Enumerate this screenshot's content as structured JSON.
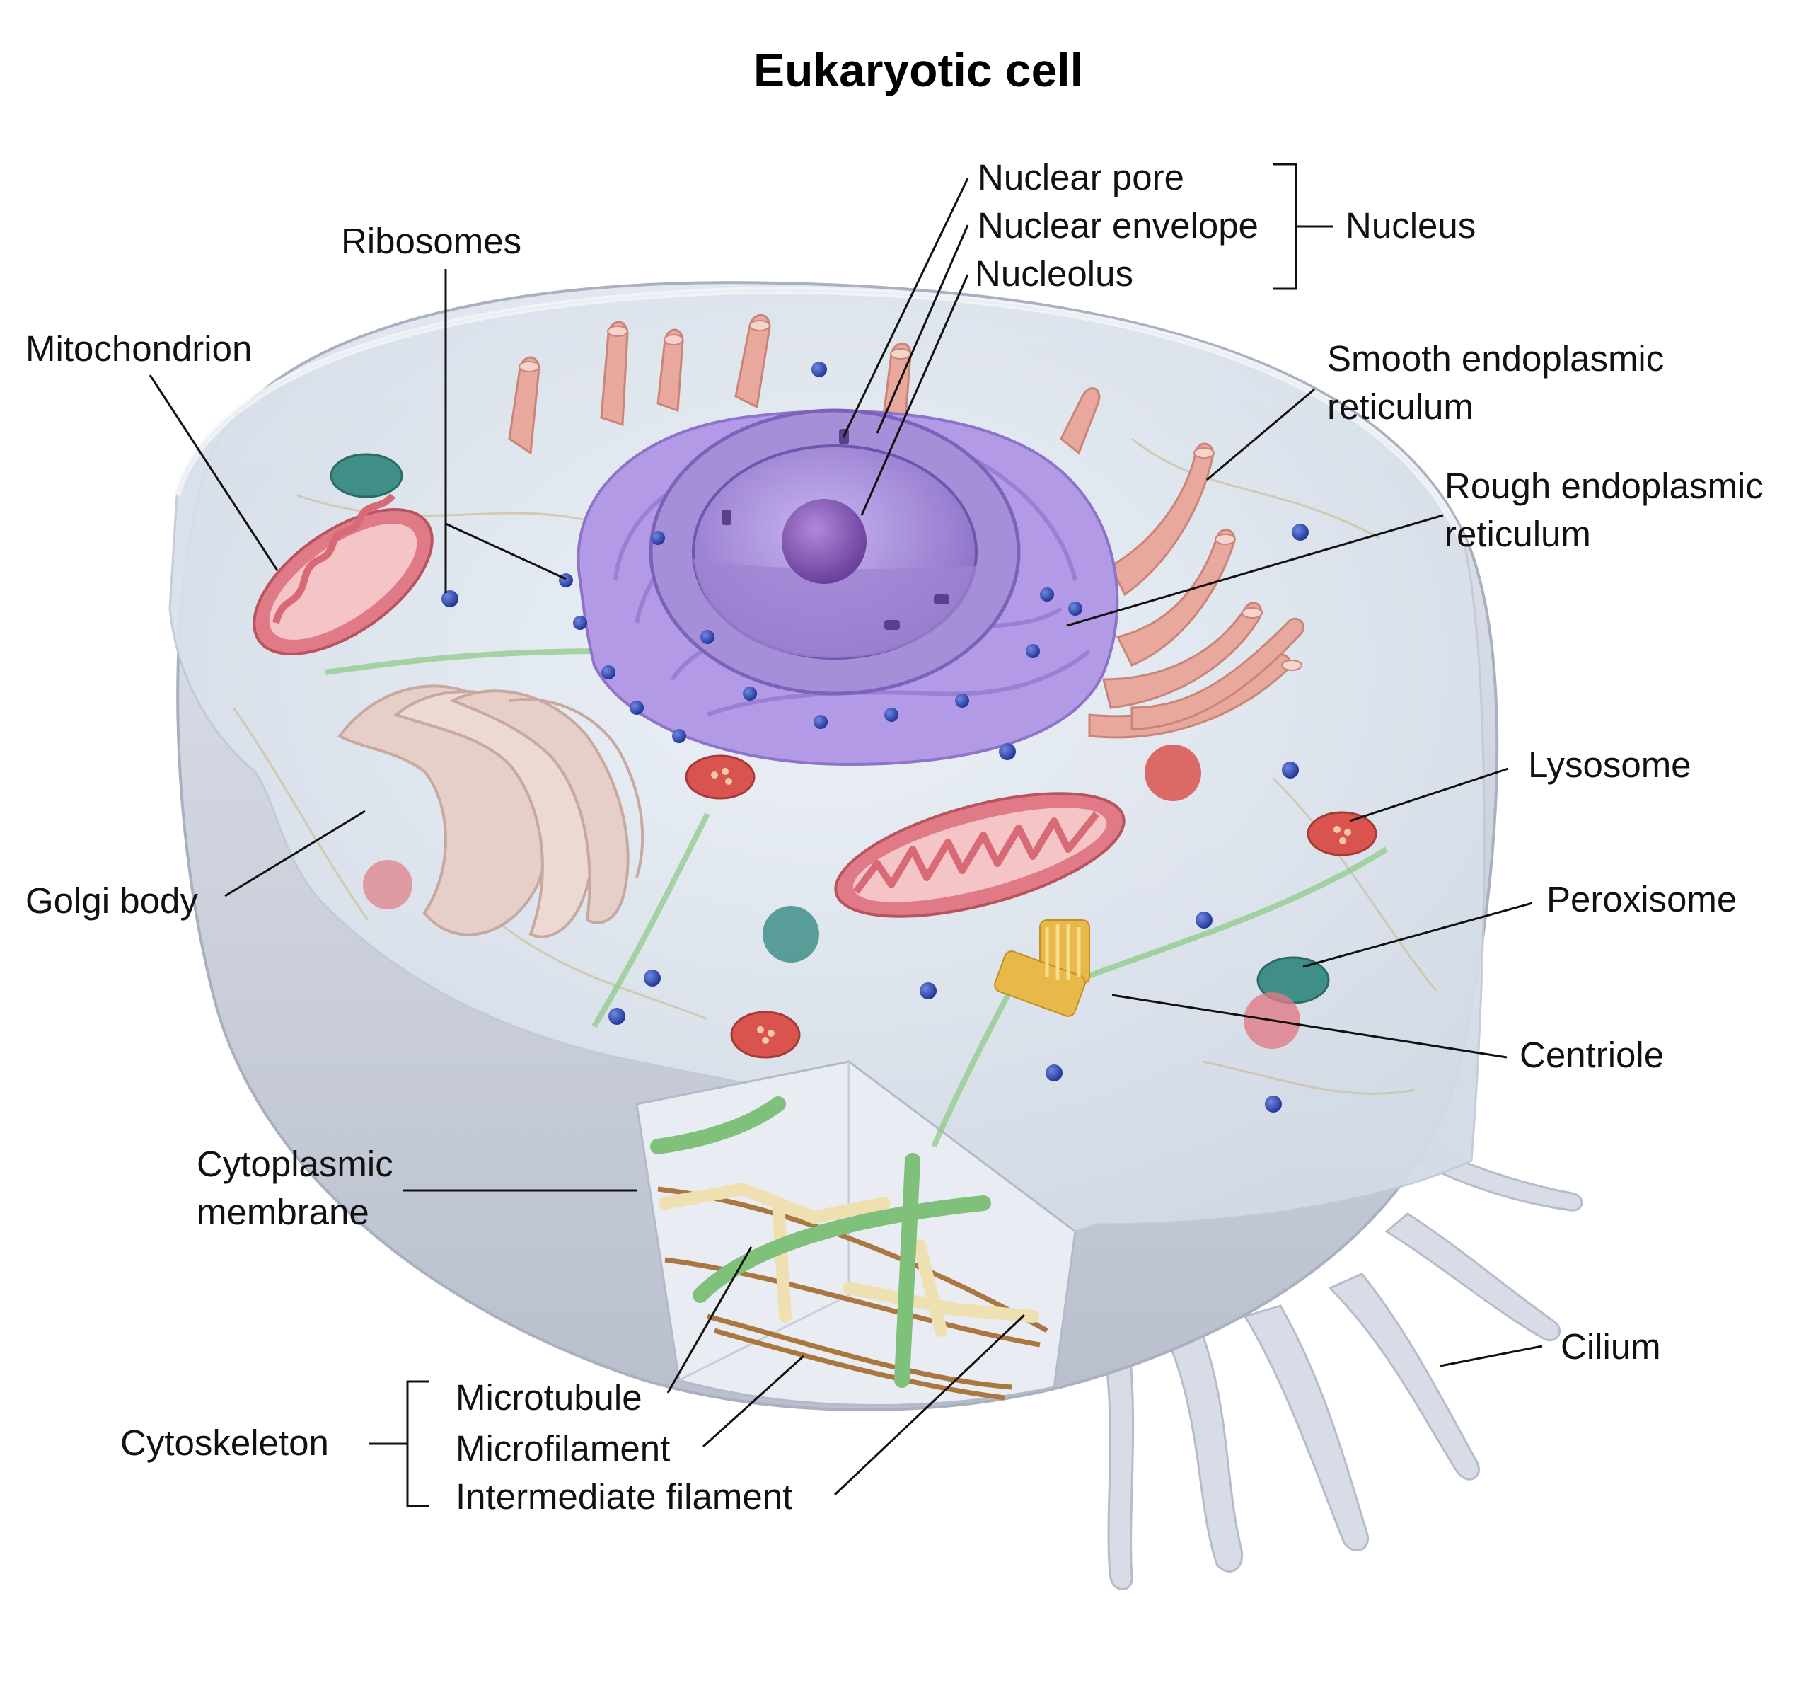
{
  "title": "Eukaryotic cell",
  "labels": {
    "nuclear_pore": "Nuclear pore",
    "nuclear_envelope": "Nuclear envelope",
    "nucleolus": "Nucleolus",
    "nucleus": "Nucleus",
    "ribosomes": "Ribosomes",
    "mitochondrion": "Mitochondrion",
    "smooth_er_1": "Smooth endoplasmic",
    "smooth_er_2": "reticulum",
    "rough_er_1": "Rough endoplasmic",
    "rough_er_2": "reticulum",
    "lysosome": "Lysosome",
    "peroxisome": "Peroxisome",
    "golgi_body": "Golgi body",
    "centriole": "Centriole",
    "cytoplasmic_membrane_1": "Cytoplasmic",
    "cytoplasmic_membrane_2": "membrane",
    "cilium": "Cilium",
    "cytoskeleton": "Cytoskeleton",
    "microtubule": "Microtubule",
    "microfilament": "Microfilament",
    "intermediate_filament": "Intermediate filament"
  },
  "colors": {
    "membrane": "#c9cdd9",
    "cytoplasm": "#dfe7f0",
    "nucleus": "#a58fd9",
    "nucleolus": "#8a5fb8",
    "rough_er": "#b39ae6",
    "smooth_er": "#e8a89e",
    "mitochondrion": "#e07a86",
    "golgi": "#e6cfc8",
    "lysosome": "#d9534f",
    "peroxisome": "#3f8f88",
    "ribosome": "#2f4fb8",
    "microtubule": "#7fc07a",
    "microfilament": "#a9773f",
    "intermediate_filament": "#eee0b0",
    "centriole": "#e8b84a"
  }
}
